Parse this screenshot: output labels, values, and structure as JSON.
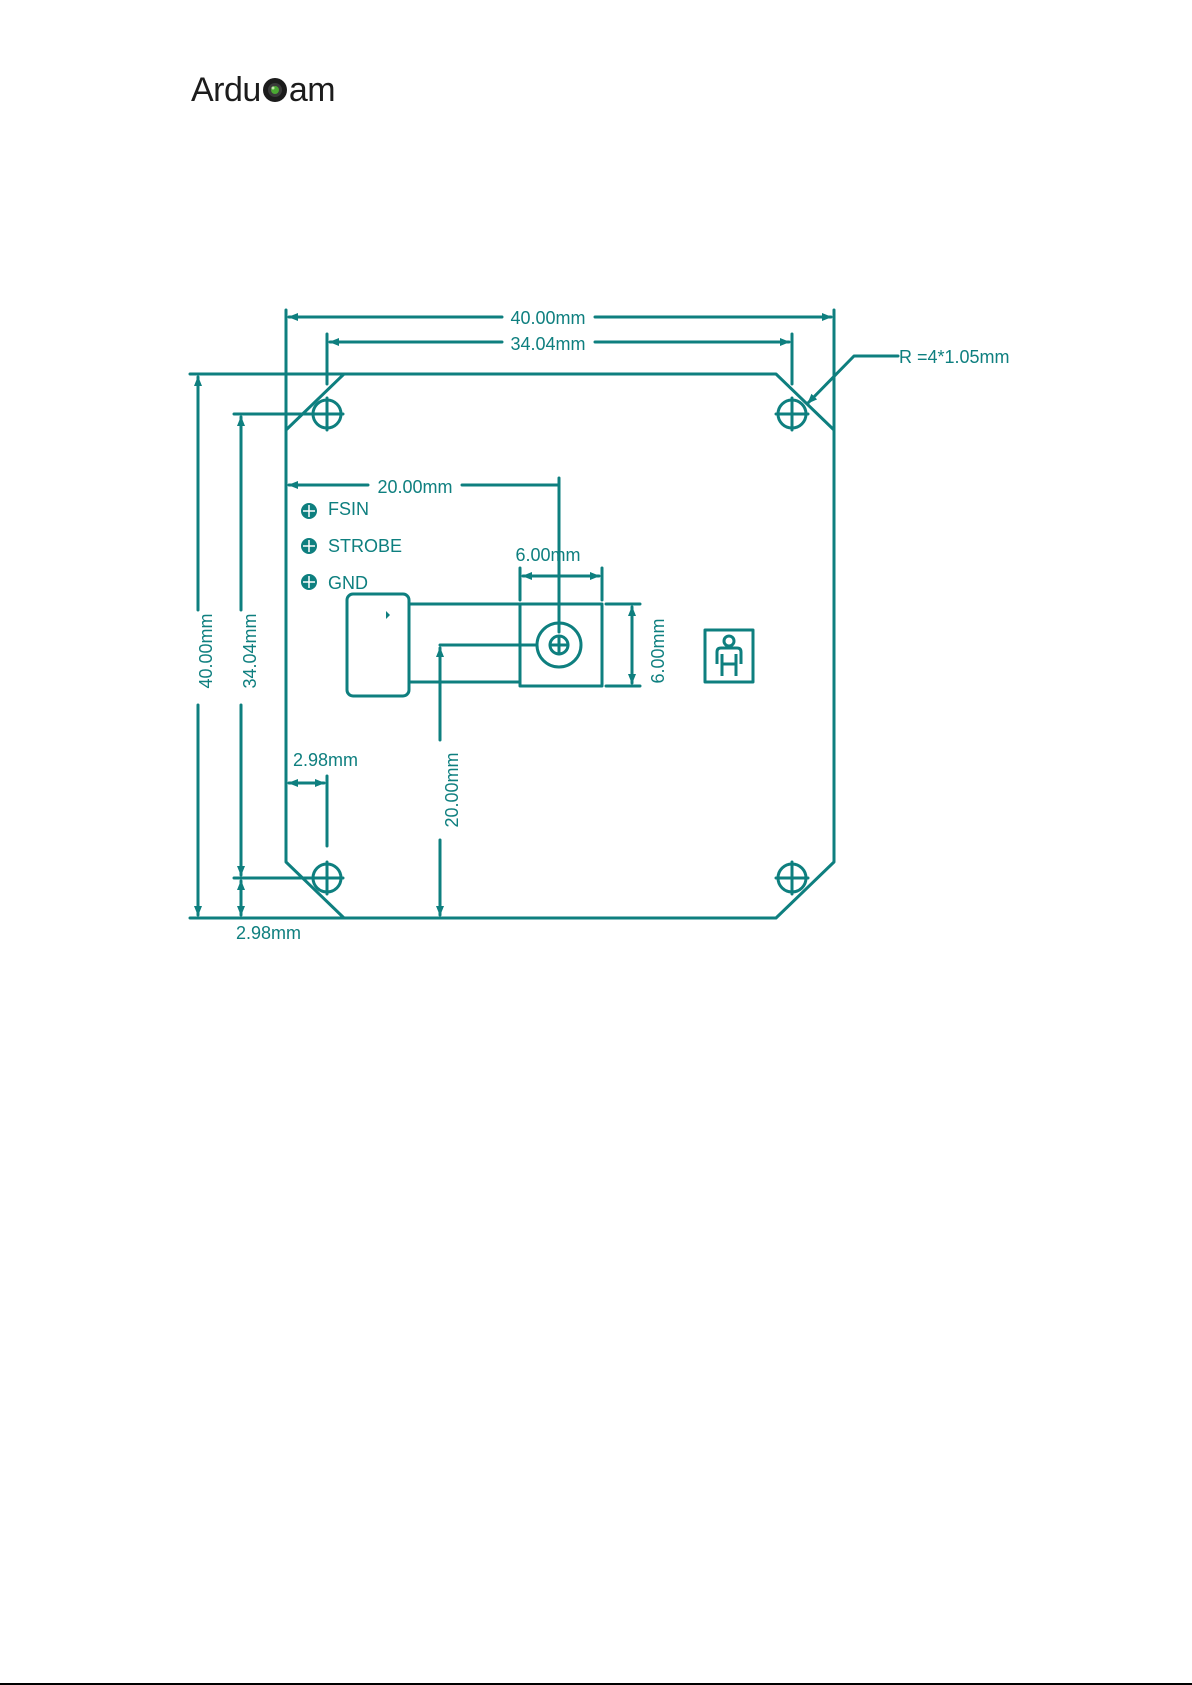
{
  "logo": {
    "brand_prefix": "Ardu",
    "brand_suffix": "am"
  },
  "drawing": {
    "accent_color": "#0e7f7f",
    "dimensions": {
      "overall_width": "40.00mm",
      "hole_spacing_x": "34.04mm",
      "mounting_hole_radius": "R =4*1.05mm",
      "lens_center_x": "20.00mm",
      "lens_width": "6.00mm",
      "lens_height": "6.00mm",
      "overall_height": "40.00mm",
      "hole_spacing_y": "34.04mm",
      "lens_center_y": "20.00mm",
      "hole_offset_x": "2.98mm",
      "hole_offset_y": "2.98mm"
    },
    "pins": [
      "FSIN",
      "STROBE",
      "GND"
    ]
  }
}
